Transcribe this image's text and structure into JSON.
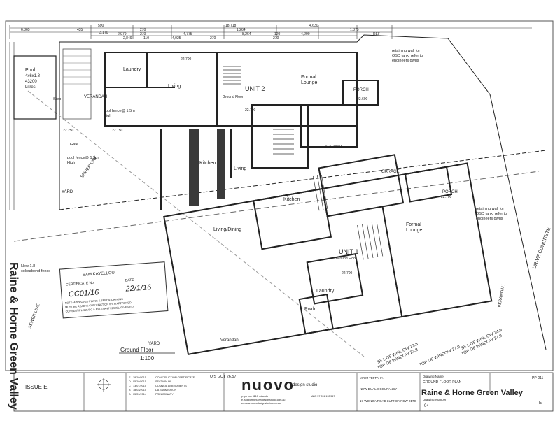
{
  "watermark": "Raine & Horne Green Valley",
  "plan": {
    "title": "Ground Floor",
    "scale": "1:100",
    "dims_top": [
      "6,865",
      "435",
      "18,718",
      "590",
      "4,630",
      "2,979",
      "270",
      "4,775",
      "1,264",
      "3,170",
      "270",
      "2,849",
      "110",
      "4,025",
      "270",
      "8,264",
      "120",
      "4,290",
      "270",
      "1,875",
      "REF"
    ],
    "pool": {
      "label": "Pool",
      "size": "4x6x1.8",
      "volume": "43200",
      "unit": "Litres"
    },
    "rooms": {
      "laundry_u2": "Laundry",
      "verandah_u2": "VERANDAH",
      "living_u2": "Living",
      "kitchen_u2": "Kitchen",
      "living_u2b": "Living",
      "formal_u2": "Formal",
      "formal_u2b": "Lounge",
      "unit2": "UNIT 2",
      "gf_u2": "Ground Floor",
      "porch_u2": "PORCH",
      "garage_u2": "GARAGE",
      "garage_u1": "GARAGE",
      "kitchen_u1": "Kitchen",
      "livingdining": "Living/Dining",
      "porch_u1": "PORCH",
      "formal_u1": "Formal",
      "formal_u1b": "Lounge",
      "unit1": "UNIT 1",
      "gf_u1": "Ground Floor",
      "laundry_u1": "Laundry",
      "pwdr": "Pwdr",
      "verandah_u1": "Verandah",
      "yard_u1": "YARD",
      "yard_u2": "YARD"
    },
    "notes": {
      "retaining_top": [
        "retaining wall for",
        "OSD tank, refer to",
        "engineers dwgs"
      ],
      "retaining_right": [
        "retaining wall for",
        "OSD tank, refer to",
        "engineers dwgs"
      ],
      "pool_fence_1": [
        "pool fence@ 1.5m",
        "High"
      ],
      "pool_fence_2": [
        "pool fence@ 1.5m",
        "High"
      ],
      "gate": "Gate",
      "step": "Step",
      "sewer": "SEWER LINE",
      "sewer2": "SEWER LINE",
      "colorbond": [
        "New 1.8",
        "colourbond fence"
      ],
      "drive": "DRIVE CONCRETE",
      "verandah_r": "VERANDAH",
      "window_a": "SILL OF WINDOW 23.8",
      "window_b": "TOP OF WINDOW 23.8",
      "window_c": "SILL OF WINDOW 24.9",
      "window_d": "TOP OF WINDOW 27.9",
      "window_e": "TOP OF WINDOW 27.0",
      "ug": "U/S GUT 26.57"
    },
    "levels": [
      "22.700",
      "22.250",
      "22.750",
      "22.600",
      "22.700",
      "22.700",
      "22.700"
    ]
  },
  "stamp": {
    "name": "SAM KAYELLOU",
    "title": "CERTIFICATE No",
    "date_label": "DATE",
    "number": "CC01/16",
    "date": "22/1/16",
    "lines": [
      "NOTE: APPROVED PLANS & SPECIFICATIONS",
      "MUST BE READ IN CONJUNCTION WITH APPROVED",
      "CONSENT/PLANS/CC & RELEVANT LEGISLATIVE REQ."
    ]
  },
  "titleblock": {
    "issue": "ISSUE E",
    "revisions": [
      {
        "rev": "E",
        "date": "19/10/2015",
        "desc": "CONSTRUCTION CERTIFICATE"
      },
      {
        "rev": "D",
        "date": "05/10/2015",
        "desc": "SECTION 96"
      },
      {
        "rev": "C",
        "date": "13/07/2015",
        "desc": "COUNCIL AMENDMENTS"
      },
      {
        "rev": "B",
        "date": "18/03/2015",
        "desc": "DA SUBMISSION"
      },
      {
        "rev": "A",
        "date": "05/09/2014",
        "desc": "PRELIMINARY"
      }
    ],
    "logo_main": "nuovo",
    "logo_sub": "design studio",
    "contact": [
      "p. po box 3210 miranda",
      "e. support@nuovodesignstudio.com.au",
      "w. www.nuovodesignstudio.com.au"
    ],
    "abn": "ABN 57 031 192 547",
    "client": "MR M TEFFAHA",
    "project": "NEW DUAL OCCUPANCY",
    "address": "17 WONGA ROAD  LURNEA NSW 2170",
    "drawing_name_label": "Drawing Name",
    "drawing_name": "GROUND FLOOR PLAN",
    "drawing_number_label": "Drawing Number",
    "drawing_number": "04",
    "sheet_code": "PP-011",
    "rev_code": "E",
    "watermark2": "Raine & Horne Green Valley"
  }
}
